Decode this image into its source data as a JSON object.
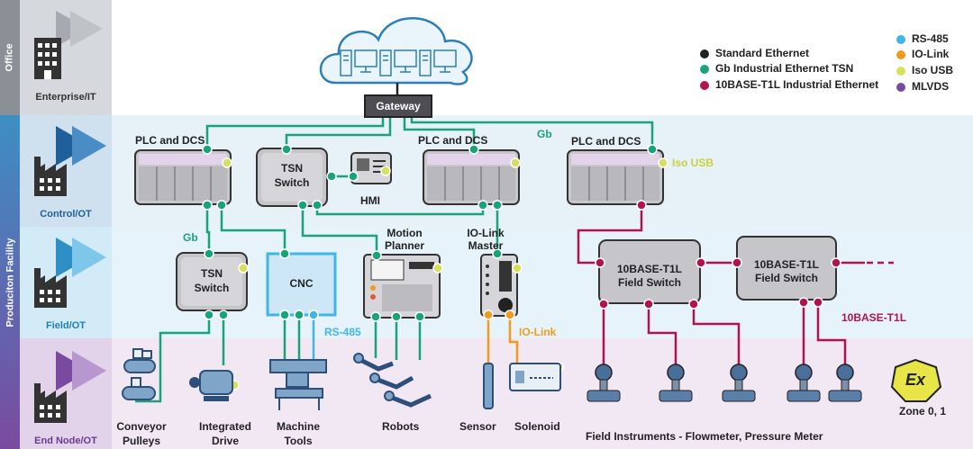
{
  "sidebar": {
    "office": "Office",
    "production": "Produciton Facility"
  },
  "levels": {
    "enterprise": "Enterprise/IT",
    "control": "Control/OT",
    "field": "Field/OT",
    "endnode": "End Node/OT"
  },
  "colors": {
    "standard_ethernet": "#222222",
    "gb_tsn": "#1aa37a",
    "t1l": "#b0144f",
    "rs485": "#3fb6e8",
    "iolink": "#f39a1e",
    "iso_usb": "#d6e05a",
    "mlvds": "#7a4aa0"
  },
  "legend": {
    "standard_ethernet": "Standard Ethernet",
    "gb_tsn": "Gb Industrial Ethernet TSN",
    "t1l": "10BASE-T1L Industrial Ethernet",
    "rs485": "RS-485",
    "iolink": "IO-Link",
    "iso_usb": "Iso USB",
    "mlvds": "MLVDS"
  },
  "nodes": {
    "gateway": "Gateway",
    "plc1": "PLC and DCS",
    "plc2": "PLC and DCS",
    "plc3": "PLC and DCS",
    "tsn_switch_ctrl_1": "TSN",
    "tsn_switch_ctrl_2": "Switch",
    "hmi": "HMI",
    "gb_top": "Gb",
    "iso_usb_label": "Iso USB",
    "gb_field": "Gb",
    "tsn_switch_field_1": "TSN",
    "tsn_switch_field_2": "Switch",
    "cnc": "CNC",
    "motion_planner_1": "Motion",
    "motion_planner_2": "Planner",
    "iolink_master_1": "IO-Link",
    "iolink_master_2": "Master",
    "field_switch1_1": "10BASE-T1L",
    "field_switch1_2": "Field Switch",
    "field_switch2_1": "10BASE-T1L",
    "field_switch2_2": "Field Switch",
    "rs485_label": "RS-485",
    "iolink_label": "IO-Link",
    "t1l_label": "10BASE-T1L"
  },
  "endnodes": {
    "conveyor_1": "Conveyor",
    "conveyor_2": "Pulleys",
    "drive_1": "Integrated",
    "drive_2": "Drive",
    "tools_1": "Machine",
    "tools_2": "Tools",
    "robots": "Robots",
    "sensor": "Sensor",
    "solenoid": "Solenoid",
    "instruments": "Field Instruments - Flowmeter, Pressure Meter",
    "zone": "Zone 0, 1",
    "ex_symbol": "Ex"
  }
}
